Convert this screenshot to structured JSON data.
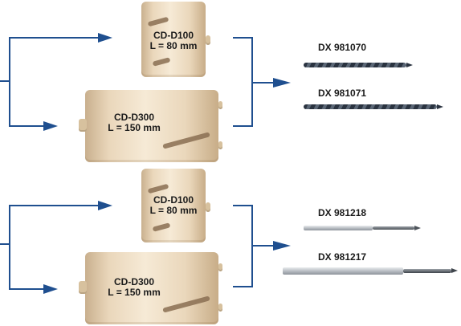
{
  "bits": [
    {
      "code": "CD-D100",
      "length": "L = 80 mm"
    },
    {
      "code": "CD-D300",
      "length": "L = 150 mm"
    },
    {
      "code": "CD-D100",
      "length": "L = 80 mm"
    },
    {
      "code": "CD-D300",
      "length": "L = 150 mm"
    }
  ],
  "tools": [
    {
      "code": "DX 981070"
    },
    {
      "code": "DX 981071"
    },
    {
      "code": "DX 981218"
    },
    {
      "code": "DX 981217"
    }
  ],
  "colors": {
    "connector": "#1f4f8f",
    "bit_body": "#ead7bb",
    "drill": "#2a3340"
  }
}
